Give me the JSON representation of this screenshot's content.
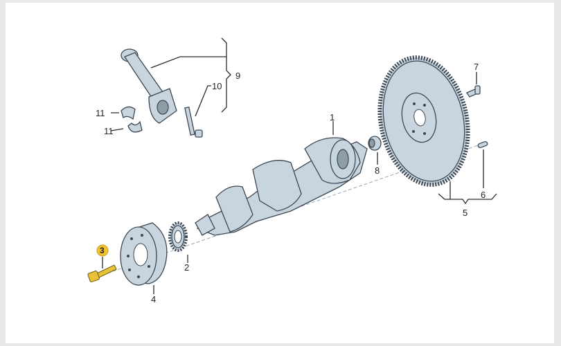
{
  "diagram": {
    "title": "Crankshaft, flywheel and connecting rod exploded view",
    "highlight_color": "#f2c230",
    "part_color": "#c8d5df",
    "callouts": {
      "c1": "1",
      "c2": "2",
      "c3": "3",
      "c4": "4",
      "c5": "5",
      "c6": "6",
      "c7": "7",
      "c8": "8",
      "c9": "9",
      "c10": "10",
      "c11a": "11",
      "c11b": "11"
    }
  }
}
